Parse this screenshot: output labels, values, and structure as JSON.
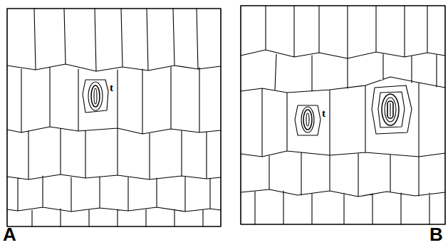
{
  "diagram": {
    "labels": [
      "t",
      "t",
      "A",
      "B"
    ]
  }
}
